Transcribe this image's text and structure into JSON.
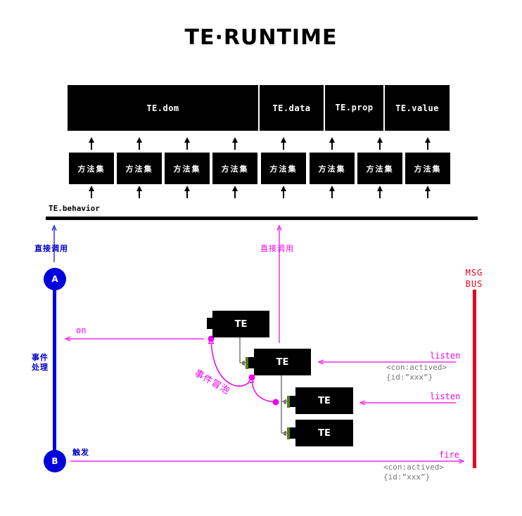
{
  "title": "TE·RUNTIME",
  "top_blocks": [
    "TE.dom",
    "TE.data",
    "TE.prop",
    "TE.value"
  ],
  "method_boxes": [
    "方法集",
    "方法集",
    "方法集",
    "方法集",
    "方法集",
    "方法集",
    "方法集",
    "方法集"
  ],
  "behavior_label": "TE.behavior",
  "left": {
    "direct_call": "直接调用",
    "node_a": "A",
    "event_handle_line1": "事件",
    "event_handle_line2": "处理",
    "node_b": "B",
    "trigger": "触发"
  },
  "center": {
    "direct_call": "直接调用",
    "on": "on",
    "bubbling": "事件冒泡",
    "te_label": "TE"
  },
  "right": {
    "bus_line1": "MSG",
    "bus_line2": "BUS",
    "listen1": "listen",
    "listen1_detail1": "<con:actived>",
    "listen1_detail2": "{id:”xxx”}",
    "listen2": "listen",
    "fire": "fire",
    "fire_detail1": "<con:actived>",
    "fire_detail2": "{id:”xxx”}"
  },
  "colors": {
    "blue": "#0000dd",
    "magenta": "#ee00ee",
    "red": "#e8001c",
    "connector": "#5a7a1a"
  }
}
